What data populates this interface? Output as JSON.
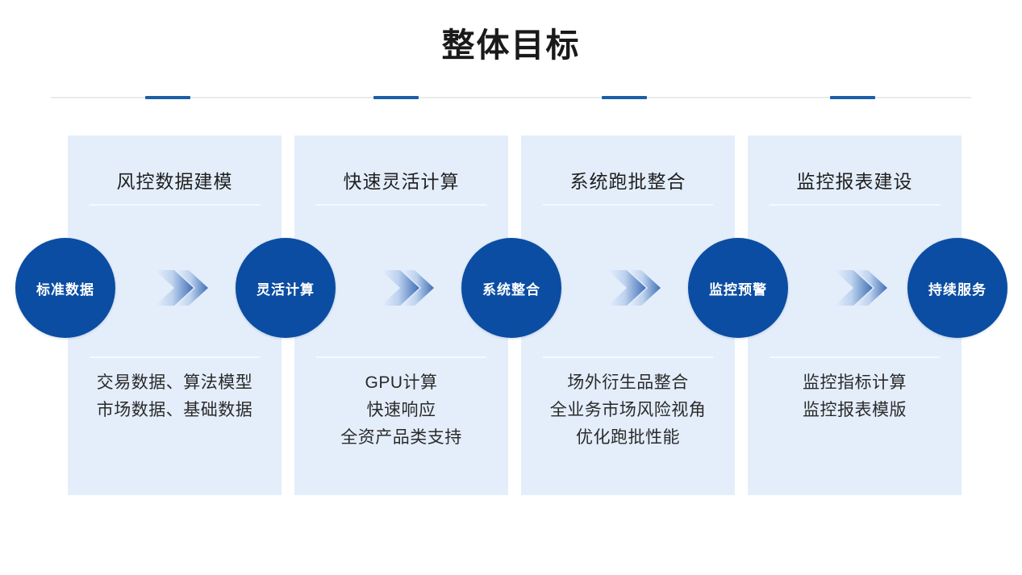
{
  "slide": {
    "title": "整体目标",
    "accent_color": "#1b5fa8",
    "node_color": "#0b4da2",
    "card_color": "#e4eefb"
  },
  "header_rule": {
    "ticks": 4
  },
  "cards": [
    {
      "title": "风控数据建模",
      "lines": [
        "交易数据、算法模型",
        "市场数据、基础数据"
      ]
    },
    {
      "title": "快速灵活计算",
      "lines": [
        "GPU计算",
        "快速响应",
        "全资产品类支持"
      ]
    },
    {
      "title": "系统跑批整合",
      "lines": [
        "场外衍生品整合",
        "全业务市场风险视角",
        "优化跑批性能"
      ]
    },
    {
      "title": "监控报表建设",
      "lines": [
        "监控指标计算",
        "监控报表模版"
      ]
    }
  ],
  "flow": {
    "nodes": [
      {
        "label": "标准数据"
      },
      {
        "label": "灵活计算"
      },
      {
        "label": "系统整合"
      },
      {
        "label": "监控预警"
      },
      {
        "label": "持续服务"
      }
    ],
    "arrows": [
      {
        "icon": "double-chevron-right-arrow-icon"
      },
      {
        "icon": "double-chevron-right-arrow-icon"
      },
      {
        "icon": "double-chevron-right-arrow-icon"
      },
      {
        "icon": "double-chevron-right-arrow-icon"
      }
    ]
  }
}
